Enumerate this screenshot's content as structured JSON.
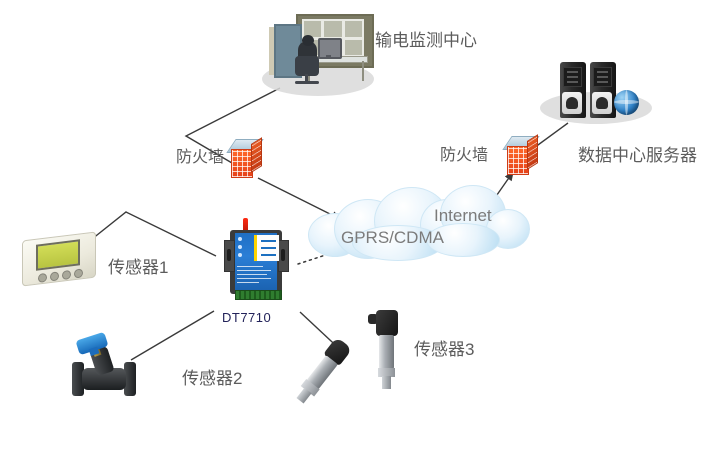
{
  "diagram": {
    "title": "IoT Transmission Monitoring Network Topology",
    "background": "#ffffff",
    "label_color": "#5c5c5c"
  },
  "nodes": {
    "monitoring_center": {
      "label": "输电监测中心",
      "icon": "control-room-icon"
    },
    "data_center_server": {
      "label": "数据中心服务器",
      "icon": "server-rack-icon"
    },
    "firewall_left": {
      "label": "防火墙",
      "icon": "firewall-brick-icon"
    },
    "firewall_right": {
      "label": "防火墙",
      "icon": "firewall-brick-icon"
    },
    "cloud": {
      "primary_label": "GPRS/CDMA",
      "secondary_label": "Internet",
      "icon": "network-cloud-icon"
    },
    "dtu": {
      "label": "DT7710",
      "icon": "dtu-module-icon"
    },
    "sensor1": {
      "label": "传感器1",
      "icon": "lcd-sensor-icon"
    },
    "sensor2": {
      "label": "传感器2",
      "icon": "balance-valve-icon"
    },
    "sensor3": {
      "label": "传感器3",
      "icon": "pressure-transmitter-icon"
    }
  },
  "links": [
    {
      "from": "monitoring_center",
      "to": "firewall_left",
      "style": "solid"
    },
    {
      "from": "firewall_left",
      "to": "cloud",
      "style": "solid",
      "arrow": true
    },
    {
      "from": "cloud",
      "to": "firewall_right",
      "style": "solid",
      "arrow": true
    },
    {
      "from": "firewall_right",
      "to": "data_center_server",
      "style": "solid"
    },
    {
      "from": "dtu",
      "to": "cloud",
      "style": "dotted"
    },
    {
      "from": "sensor1",
      "to": "dtu",
      "style": "solid"
    },
    {
      "from": "sensor2",
      "to": "dtu",
      "style": "solid"
    },
    {
      "from": "sensor3",
      "to": "dtu",
      "style": "solid"
    }
  ],
  "colors": {
    "link": "#3a3a3a",
    "firewall_brick": "#ff5a22",
    "cloud": "#bfe2f6",
    "dtu_blue": "#2a7ed6",
    "valve_handle": "#2a8ede"
  }
}
